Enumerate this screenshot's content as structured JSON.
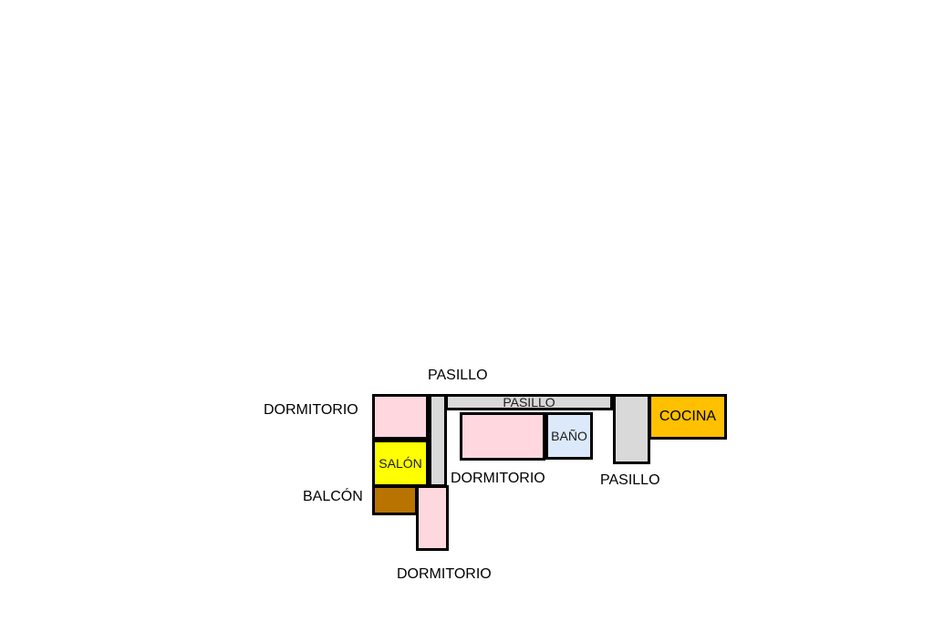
{
  "colors": {
    "dormitorio": "#ffd7df",
    "pasillo": "#d9d9d9",
    "salon": "#ffff00",
    "balcon": "#b87300",
    "bano": "#dbe9fb",
    "cocina": "#ffc000",
    "border": "#000000"
  },
  "rooms": {
    "salon": "SALÓN",
    "bano": "BAÑO",
    "cocina": "COCINA",
    "pasillo_horizontal": "PASILLO"
  },
  "labels": {
    "pasillo_top": "PASILLO",
    "dormitorio_left": "DORMITORIO",
    "balcon": "BALCÓN",
    "dormitorio_center": "DORMITORIO",
    "pasillo_right": "PASILLO",
    "dormitorio_bottom": "DORMITORIO"
  }
}
